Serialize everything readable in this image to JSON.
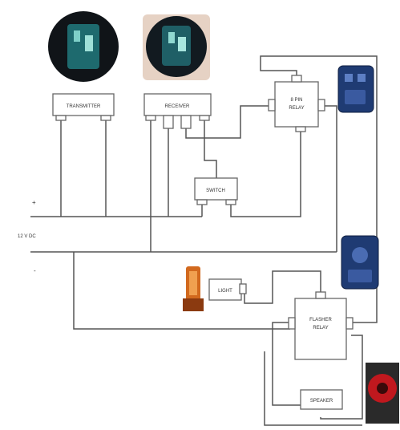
{
  "labels": {
    "transmitter": "TRANSMITTER",
    "receiver": "RECEIVER",
    "relay_line1": "8 PIN",
    "relay_line2": "RELAY",
    "switch": "SWITCH",
    "plus": "+",
    "supply": "12 V DC",
    "minus": "-",
    "light": "LIGHT",
    "flasher_line1": "FLASHER",
    "flasher_line2": "RELAY",
    "speaker": "SPEAKER"
  },
  "icons": {
    "transmitter_photo": "circuit-board-photo-icon",
    "receiver_photo": "circuit-board-photo-icon",
    "relay_photo": "relay-module-photo-icon",
    "flasher_photo": "flasher-module-photo-icon",
    "light_photo": "lamp-photo-icon",
    "speaker_photo": "speaker-photo-icon"
  },
  "colors": {
    "wire": "#555555",
    "box_stroke": "#666666",
    "module_blue": "#1f3b73",
    "lamp_orange": "#d2691e",
    "speaker_red": "#c0181e"
  }
}
